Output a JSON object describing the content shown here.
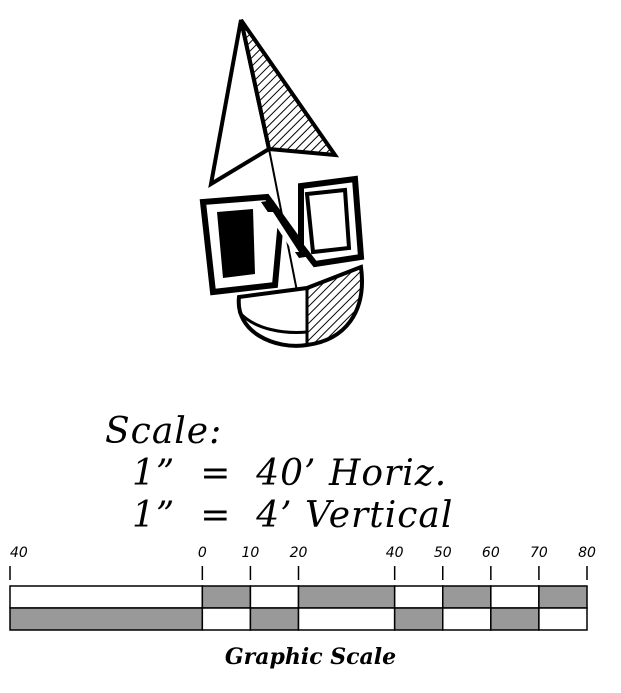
{
  "north_arrow": {
    "label": "N",
    "icon": "north-arrow-icon"
  },
  "scale": {
    "title": "Scale:",
    "horizontal": "1”  =  40’ Horiz.",
    "vertical": "1”  =  4’ Vertical"
  },
  "graphic_scale": {
    "caption": "Graphic Scale",
    "tick_labels": [
      "40",
      "0",
      "10",
      "20",
      "40",
      "50",
      "60",
      "70",
      "80"
    ],
    "tick_values": [
      -40,
      0,
      10,
      20,
      40,
      50,
      60,
      70,
      80
    ],
    "unit_feet_per_inch": 40,
    "top_row_pattern": [
      "white",
      "gray",
      "white",
      "gray",
      "white",
      "gray",
      "white",
      "gray"
    ],
    "bottom_row_pattern": [
      "gray",
      "white",
      "gray",
      "white",
      "gray",
      "white",
      "gray",
      "white"
    ],
    "colors": {
      "fill": "#999999",
      "empty": "#ffffff",
      "stroke": "#000000"
    }
  }
}
